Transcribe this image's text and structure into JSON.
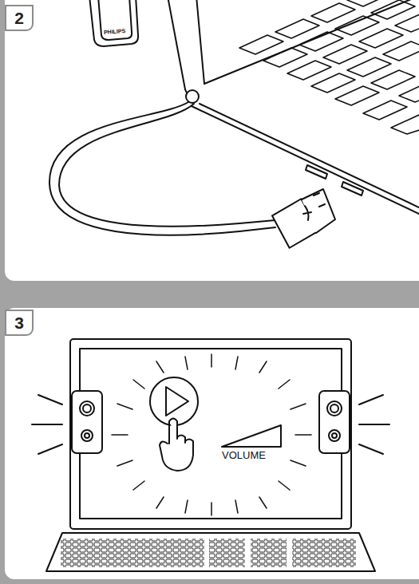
{
  "diagram": {
    "nodes": [
      {
        "text": [
          "2"
        ]
      },
      {
        "text": [
          "3"
        ]
      }
    ],
    "labels": [
      "PHILIPS",
      "VOLUME"
    ]
  }
}
